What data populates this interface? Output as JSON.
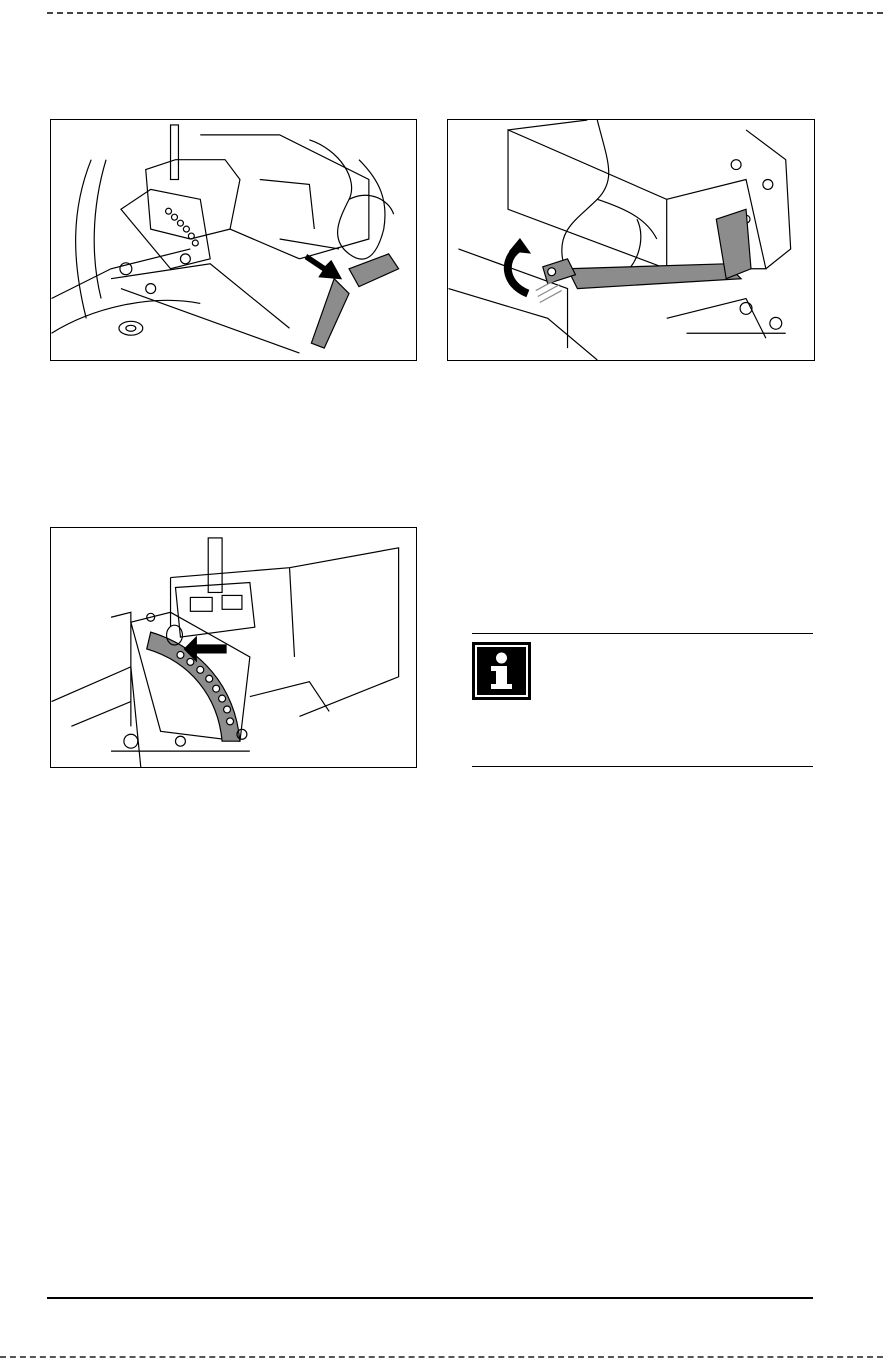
{
  "page": {
    "figures": [
      {
        "icon": "crank-handle-illustration"
      },
      {
        "icon": "wrench-adjustment-illustration"
      },
      {
        "icon": "pin-sector-illustration"
      }
    ],
    "note": {
      "icon": "info-icon"
    }
  }
}
